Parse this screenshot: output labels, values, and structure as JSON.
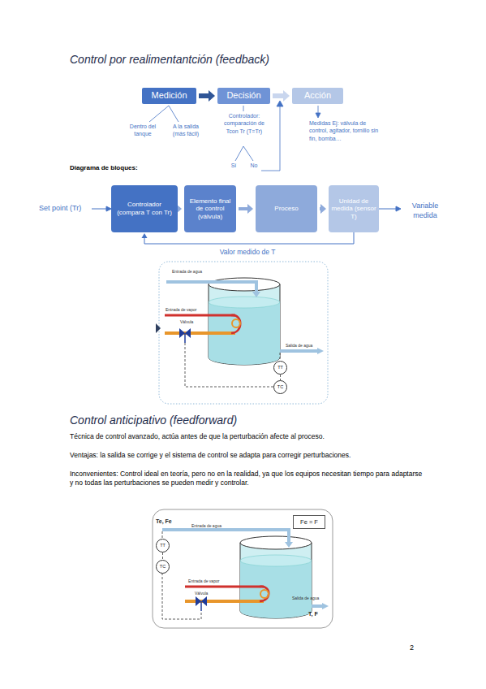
{
  "diagram": {
    "title": "Control por realimentantción (feedback)",
    "nodes": [
      {
        "text": [
          "Medición"
        ]
      },
      {
        "text": [
          "Decisión"
        ]
      },
      {
        "text": [
          "Acción"
        ]
      },
      {
        "text": [
          "Controlador (compara T con Tr)"
        ]
      },
      {
        "text": [
          "Elemento final de control (válvula)"
        ]
      },
      {
        "text": [
          "Proceso"
        ]
      },
      {
        "text": [
          "Unidad de medida (sensor T)"
        ]
      },
      {
        "text": [
          "TT"
        ]
      },
      {
        "text": [
          "TC"
        ]
      },
      {
        "text": [
          "Fe = F"
        ]
      },
      {
        "text": [
          "TT"
        ]
      },
      {
        "text": [
          "TC"
        ]
      }
    ],
    "edges": [
      {
        "from": 0,
        "to": 1,
        "arrow": "to"
      },
      {
        "from": 1,
        "to": 2,
        "arrow": "to"
      },
      {
        "from": 3,
        "to": 4,
        "arrow": "to"
      },
      {
        "from": 4,
        "to": 5,
        "arrow": "to"
      },
      {
        "from": 5,
        "to": 6,
        "arrow": "to"
      },
      {
        "from": 6,
        "to": 3,
        "arrow": "to"
      },
      {
        "from": 7,
        "to": 8,
        "arrow": "none"
      },
      {
        "from": 10,
        "to": 11,
        "arrow": "none"
      }
    ],
    "labels": [
      "Dentro del tanque",
      "A la salida (más fácil)",
      "Controlador: comparación de Tcon Tr (T=Tr)",
      "Sí",
      "No",
      "Medidas Ej: válvula de control, agitador, tornillo sin fin, bomba…",
      "Diagrama de bloques:",
      "Set point (Tr)",
      "Variable medida",
      "Valor medido de T",
      "Entrada de agua",
      "Entrada de vapor",
      "Válvula",
      "Salida de agua",
      "Control anticipativo (feedforward)",
      "Técnica de control avanzado, actúa antes de que la perturbación afecte al proceso.",
      "Ventajas: la salida se corrige y el sistema de control se adapta para corregir perturbaciones.",
      "Inconvenientes: Control ideal en teoría, pero no en la realidad, ya que los equipos necesitan tiempo para adaptarse y no todas las perturbaciones se pueden medir y controlar.",
      "Te, Fe",
      "Entrada de agua",
      "Entrada de vapor",
      "Válvula",
      "Salida de agua",
      "T, F",
      "2"
    ]
  }
}
